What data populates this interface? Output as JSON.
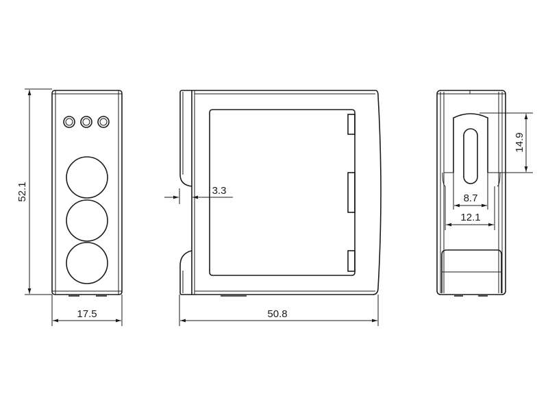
{
  "drawing": {
    "front_view": {
      "height_dim": "52.1",
      "width_dim": "17.5"
    },
    "side_view": {
      "offset_dim": "3.3",
      "length_dim": "50.8"
    },
    "back_view": {
      "clip_height_dim": "14.9",
      "slot_width_dim": "8.7",
      "clip_width_dim": "12.1"
    }
  },
  "colors": {
    "line": "#1a1a1a",
    "background": "#ffffff"
  }
}
